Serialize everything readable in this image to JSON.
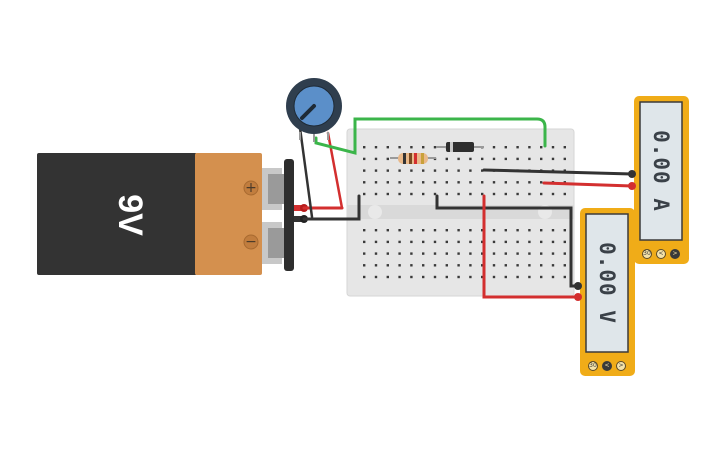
{
  "battery": {
    "label": "9V",
    "positive_sign": "+",
    "negative_sign": "−"
  },
  "ammeter": {
    "reading": "0.00 A",
    "buttons": [
      {
        "label": "30",
        "icon": "mode-icon"
      },
      {
        "label": "<",
        "icon": "prev-icon"
      },
      {
        "label": ">",
        "icon": "next-icon"
      }
    ]
  },
  "voltmeter": {
    "reading": "0.00 V",
    "buttons": [
      {
        "label": "30",
        "icon": "mode-icon"
      },
      {
        "label": "<",
        "icon": "prev-icon"
      },
      {
        "label": ">",
        "icon": "next-icon"
      }
    ]
  },
  "colors": {
    "battery_body": "#333333",
    "battery_cap": "#d4904e",
    "breadboard": "#e6e6e6",
    "wire_red": "#d32f2f",
    "wire_black": "#333333",
    "wire_green": "#3bb54a",
    "meter_frame": "#f0ac18",
    "meter_screen": "#dfe6ea",
    "knob": "#5b8fc9"
  }
}
